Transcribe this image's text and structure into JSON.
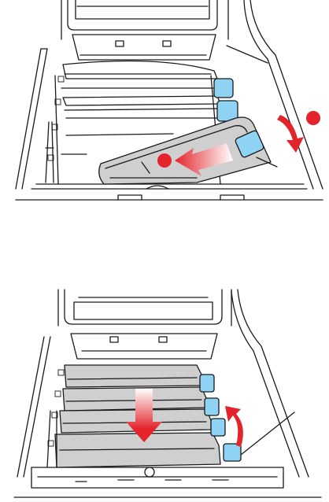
{
  "figure": {
    "panels": [
      {
        "name": "remove-cartridge-step",
        "markers": [
          "callout-dot-1",
          "callout-dot-2"
        ],
        "arrows": [
          "slide-out-arrow",
          "curved-down-arrow"
        ]
      },
      {
        "name": "installed-cartridges-step",
        "markers": [],
        "arrows": [
          "insert-down-arrow",
          "curved-up-arrow"
        ]
      }
    ],
    "toner_colors": {
      "cyan": "#27aae1",
      "magenta": "#d6198c",
      "yellow": "#ffe600",
      "black": "#111111"
    },
    "accent_colors": {
      "arrow_red": "#e3242b",
      "lever_blue": "#8fd3f4",
      "cartridge_grey": "#cfcfcf"
    }
  }
}
